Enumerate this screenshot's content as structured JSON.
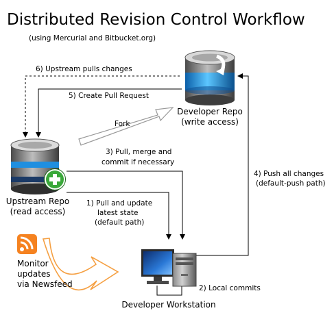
{
  "title": "Distributed Revision Control Workflow",
  "subtitle": "(using  Mercurial and Bitbucket.org)",
  "nodes": {
    "developer_repo": {
      "line1": "Developer Repo",
      "line2": "(write access)"
    },
    "upstream_repo": {
      "line1": "Upstream Repo",
      "line2": "(read access)"
    },
    "workstation": {
      "line1": "Developer Workstation"
    },
    "newsfeed": {
      "line1": "Monitor",
      "line2": "updates",
      "line3": "via Newsfeed"
    }
  },
  "edges": {
    "upstream_pulls": "6) Upstream pulls changes",
    "create_pull_request": "5) Create Pull Request",
    "fork": "Fork",
    "pull_merge_line1": "3) Pull, merge and",
    "pull_merge_line2": "commit if necessary",
    "push_line1": "4) Push all changes",
    "push_line2": "(default-push path)",
    "pull_update_line1": "1) Pull and update",
    "pull_update_line2": "latest state",
    "pull_update_line3": "(default path)",
    "local_commits": "2) Local commits"
  },
  "colors": {
    "repo_body": "#6e6e6e",
    "repo_band_blue": "#1f8fe0",
    "repo_band_dark": "#1b3a66",
    "plus_badge": "#3aa83a",
    "rss_orange": "#f58220",
    "fork_arrow": "#bfbfbf",
    "newsfeed_arrow": "#f5a043",
    "monitor_screen": "#1e5fc8",
    "tower": "#3c3c3c"
  },
  "icons": [
    "database-icon",
    "plus-icon",
    "rss-feed-icon",
    "monitor-icon",
    "computer-tower-icon",
    "refresh-arrow-icon"
  ]
}
